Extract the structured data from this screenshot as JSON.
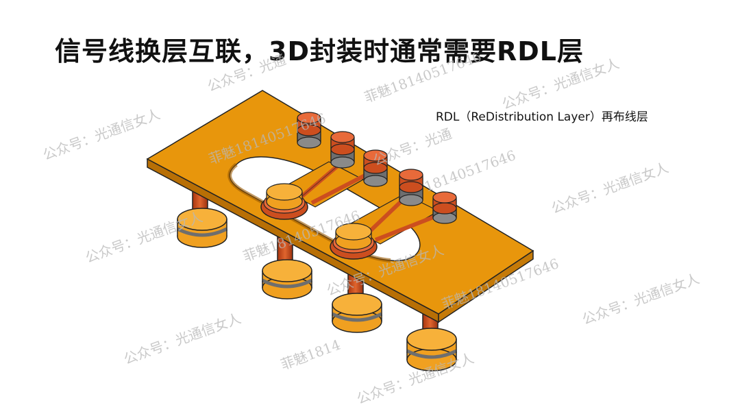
{
  "slide": {
    "title": "信号线换层互联，3D封装时通常需要RDL层",
    "subtitle": "RDL（ReDistribution Layer）再布线层"
  },
  "watermarks": {
    "wechat": "公众号：光通信女人",
    "wechat_partial": "公众号：光通",
    "contact": "菲魅18140517646",
    "contact_partial": "菲魅1814",
    "number": "18140517646"
  },
  "colors": {
    "substrate": "#e8960c",
    "substrate_edge": "#b86f05",
    "copper": "#cc4e1f",
    "copper_light": "#e86a3a",
    "bump": "#f5a623",
    "gap": "#6e6e6e",
    "outline": "#222222"
  }
}
